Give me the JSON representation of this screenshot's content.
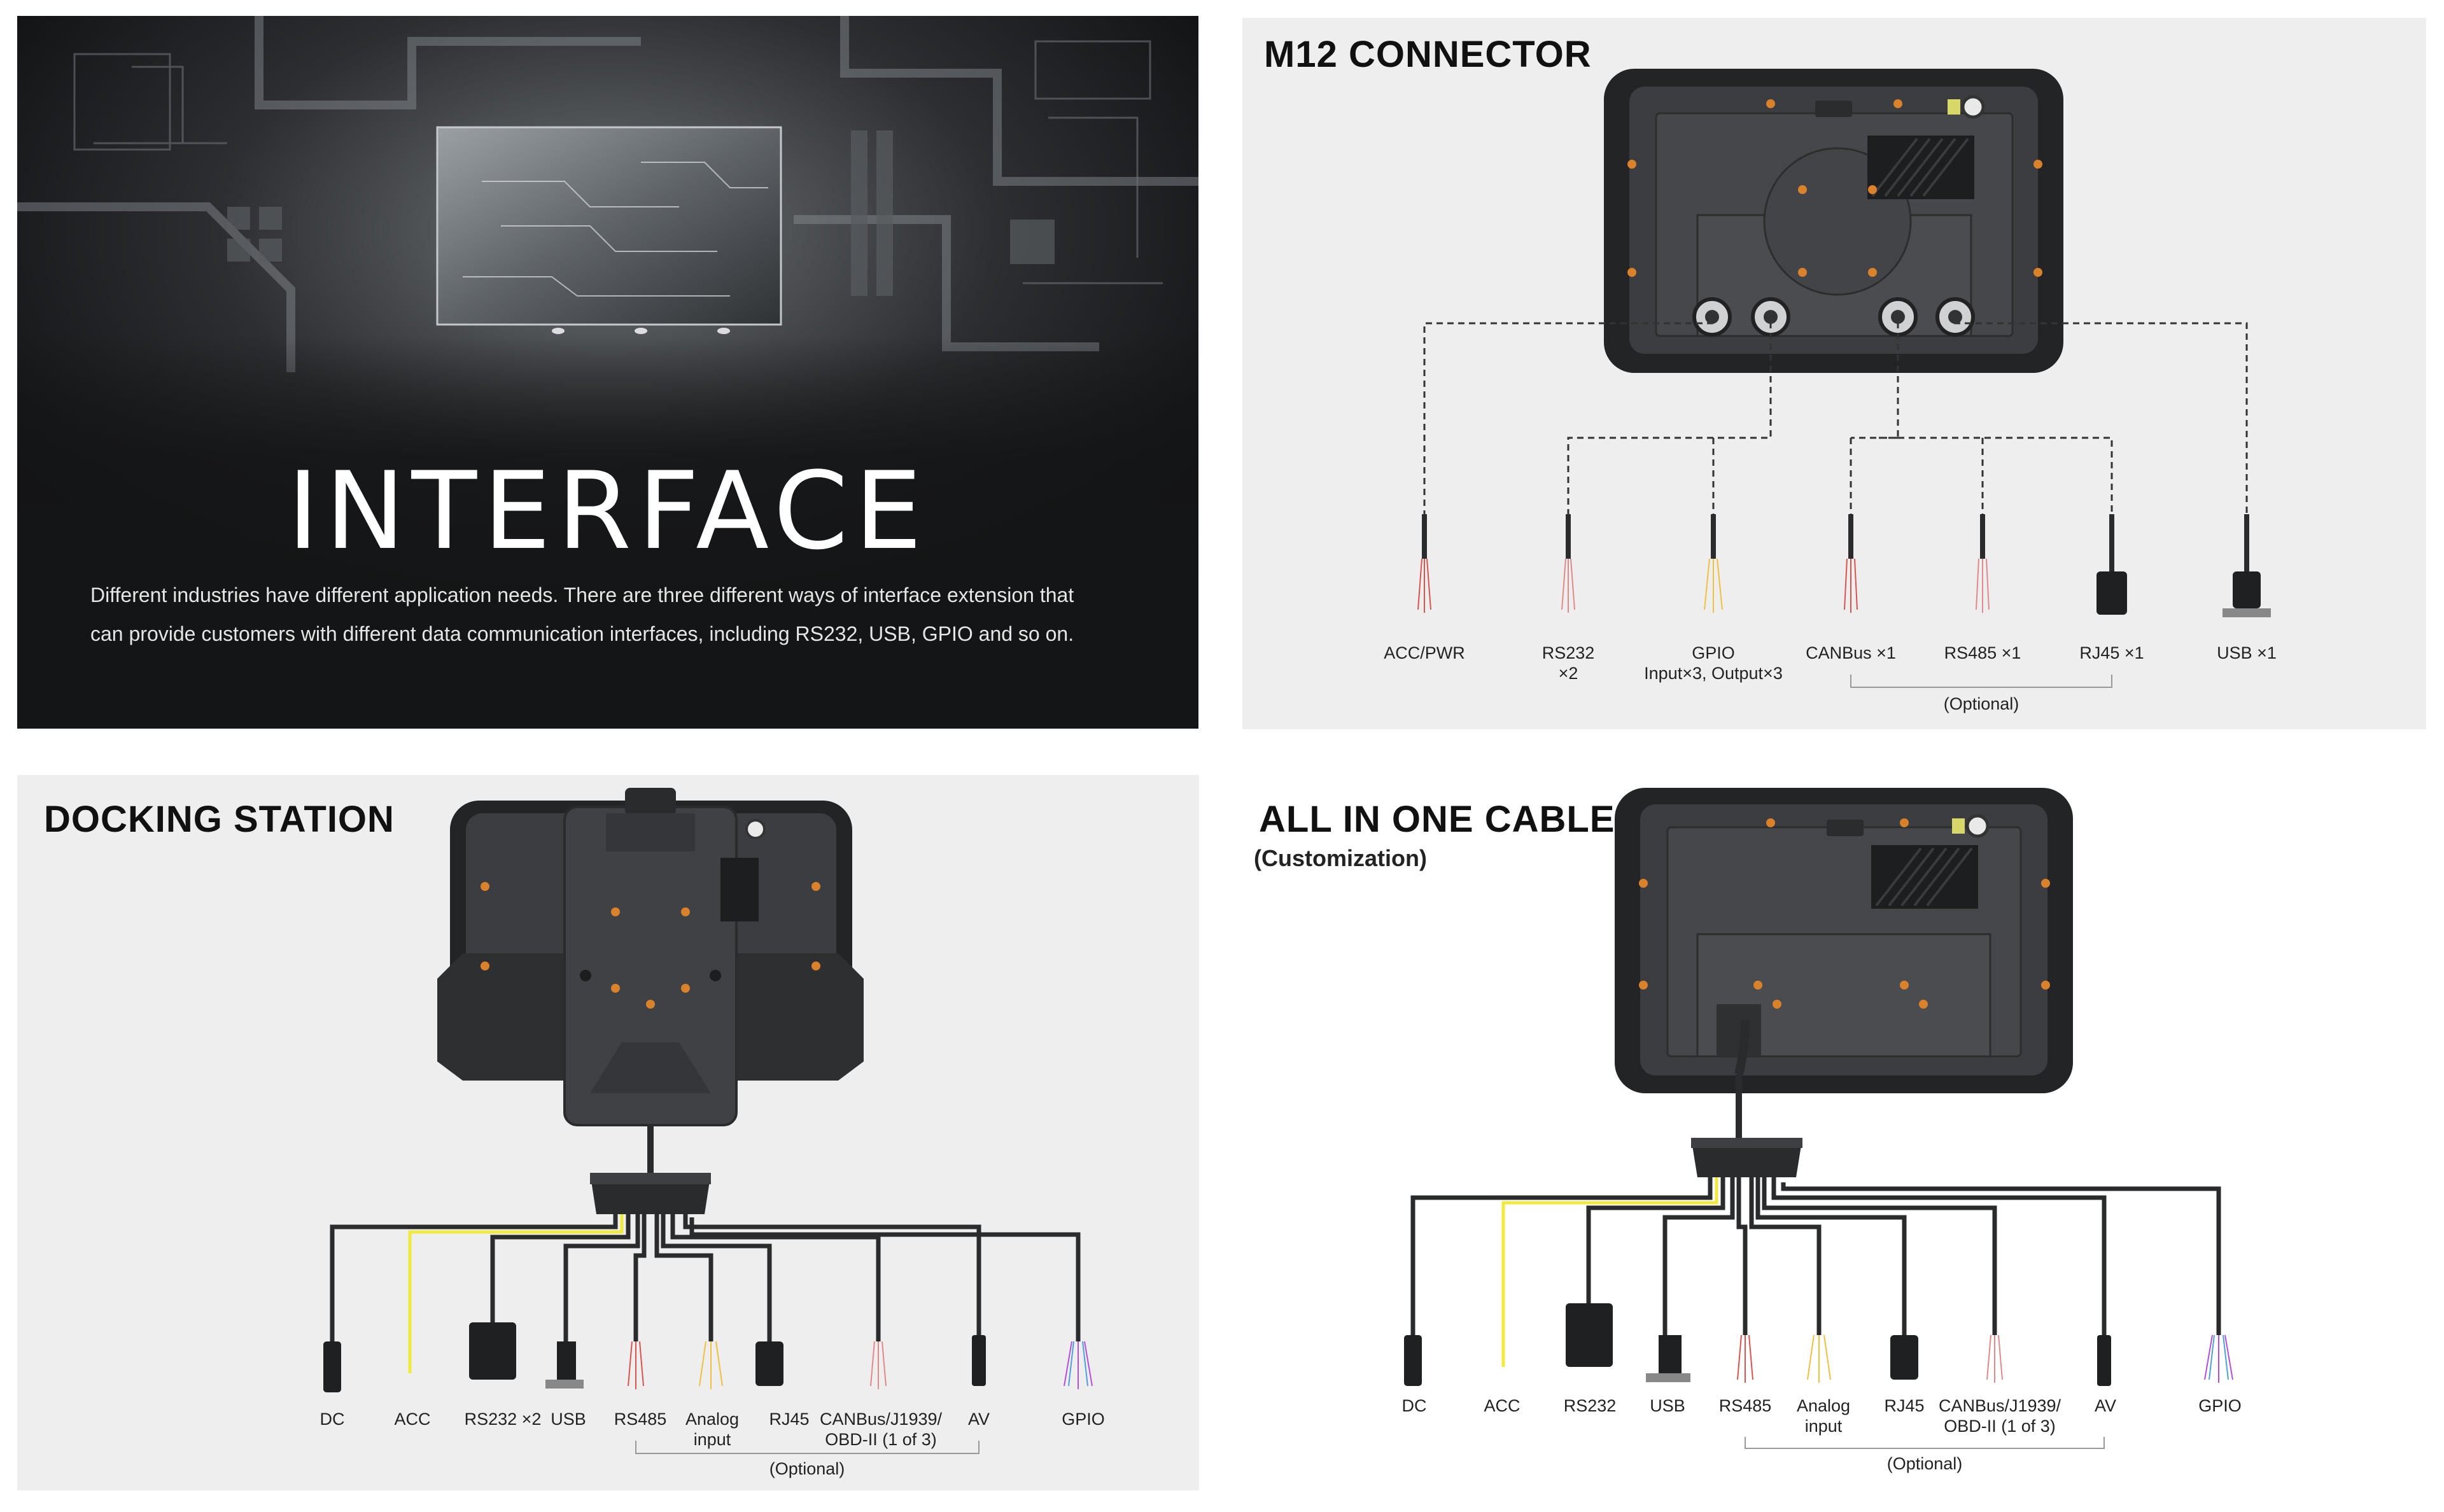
{
  "interface_panel": {
    "title": "INTERFACE",
    "description": "Different industries have different application needs. There are three different ways of interface extension that can provide customers with different data communication interfaces, including RS232, USB, GPIO and so on."
  },
  "m12_panel": {
    "title": "M12 CONNECTOR",
    "labels": [
      {
        "line1": "ACC/PWR",
        "line2": ""
      },
      {
        "line1": "RS232",
        "line2": "×2"
      },
      {
        "line1": "GPIO",
        "line2": "Input×3, Output×3"
      },
      {
        "line1": "CANBus ×1",
        "line2": ""
      },
      {
        "line1": "RS485 ×1",
        "line2": ""
      },
      {
        "line1": "RJ45 ×1",
        "line2": ""
      },
      {
        "line1": "USB ×1",
        "line2": ""
      }
    ],
    "optional_label": "(Optional)"
  },
  "docking_panel": {
    "title": "DOCKING STATION",
    "labels": [
      {
        "line1": "DC",
        "line2": ""
      },
      {
        "line1": "ACC",
        "line2": ""
      },
      {
        "line1": "RS232 ×2",
        "line2": ""
      },
      {
        "line1": "USB",
        "line2": ""
      },
      {
        "line1": "RS485",
        "line2": ""
      },
      {
        "line1": "Analog",
        "line2": "input"
      },
      {
        "line1": "RJ45",
        "line2": ""
      },
      {
        "line1": "CANBus/J1939/",
        "line2": "OBD-II (1 of 3)"
      },
      {
        "line1": "AV",
        "line2": ""
      },
      {
        "line1": "GPIO",
        "line2": ""
      }
    ],
    "optional_label": "(Optional)"
  },
  "aio_panel": {
    "title": "ALL IN ONE CABLE",
    "subtitle": "(Customization)",
    "labels": [
      {
        "line1": "DC",
        "line2": ""
      },
      {
        "line1": "ACC",
        "line2": ""
      },
      {
        "line1": "RS232",
        "line2": ""
      },
      {
        "line1": "USB",
        "line2": ""
      },
      {
        "line1": "RS485",
        "line2": ""
      },
      {
        "line1": "Analog",
        "line2": "input"
      },
      {
        "line1": "RJ45",
        "line2": ""
      },
      {
        "line1": "CANBus/J1939/",
        "line2": "OBD-II (1 of 3)"
      },
      {
        "line1": "AV",
        "line2": ""
      },
      {
        "line1": "GPIO",
        "line2": ""
      }
    ],
    "optional_label": "(Optional)"
  },
  "colors": {
    "device_body": "#3c3d40",
    "device_bumper": "#232426",
    "screw_orange": "#d9822b",
    "acc_wire_yellow": "#f0ea3c",
    "cable_dark": "#2a2b2d"
  }
}
